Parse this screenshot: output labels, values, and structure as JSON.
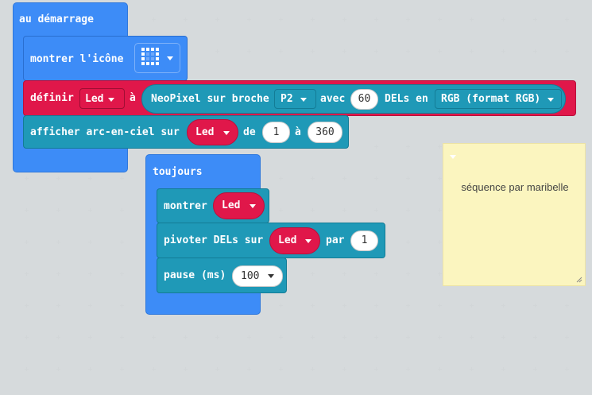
{
  "on_start": {
    "header": "au démarrage",
    "show_icon": {
      "label": "montrer l'icône"
    },
    "define": {
      "label": "définir",
      "var": "Led",
      "to": "à",
      "neopixel": "NeoPixel sur broche",
      "pin": "P2",
      "with": "avec",
      "count": "60",
      "leds_in": "DELs en",
      "format": "RGB (format RGB)"
    },
    "rainbow": {
      "label": "afficher arc-en-ciel sur",
      "var": "Led",
      "from": "de",
      "start": "1",
      "to": "à",
      "end": "360"
    }
  },
  "forever": {
    "header": "toujours",
    "show": {
      "label": "montrer",
      "var": "Led"
    },
    "rotate": {
      "label": "pivoter DELs sur",
      "var": "Led",
      "by": "par",
      "value": "1"
    },
    "pause": {
      "label": "pause (ms)",
      "value": "100"
    }
  },
  "comment": {
    "text": "séquence par maribelle"
  },
  "colors": {
    "basic": "#3d8cf7",
    "neopixel": "#1f99b7",
    "variable": "#e0174a",
    "comment": "#fbf5bf"
  }
}
